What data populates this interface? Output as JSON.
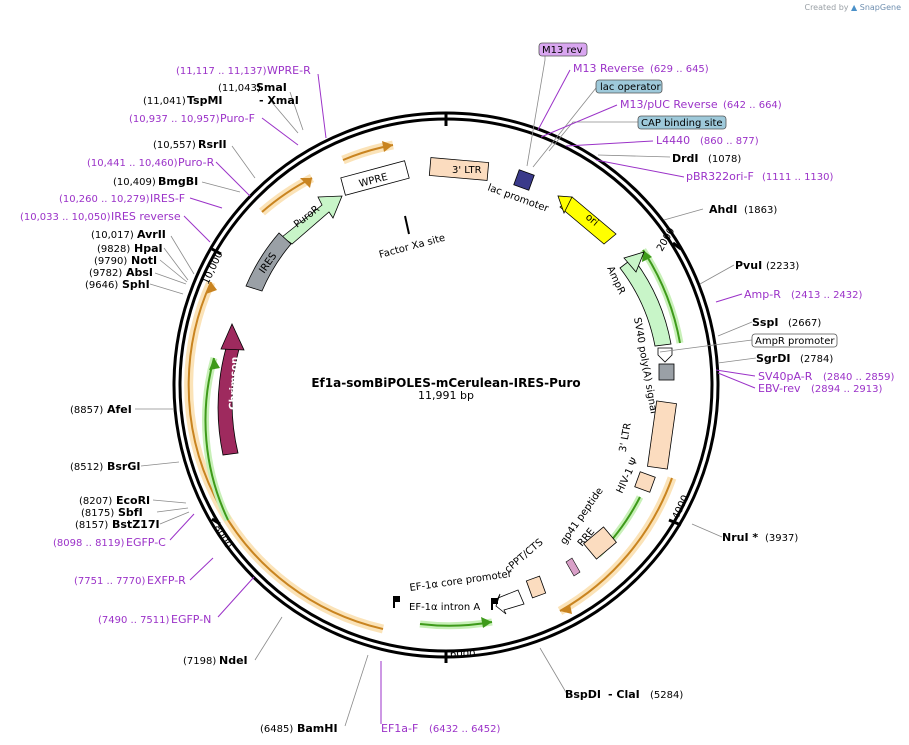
{
  "credit": {
    "prefix": "Created by",
    "brand": "SnapGene"
  },
  "plasmid": {
    "name": "Ef1a-somBiPOLES-mCerulean-IRES-Puro",
    "length": "11,991 bp"
  },
  "ticks": [
    "2000",
    "4000",
    "6000",
    "8000",
    "10,000"
  ],
  "enzymes": {
    "smai": {
      "name": "SmaI",
      "pos": "(11,043)"
    },
    "tspmi": {
      "name": "TspMI",
      "pos": "(11,041)"
    },
    "xmai": {
      "name": "- XmaI"
    },
    "rsrii": {
      "name": "RsrII",
      "pos": "(10,557)"
    },
    "bmgbi": {
      "name": "BmgBI",
      "pos": "(10,409)"
    },
    "avrii": {
      "name": "AvrII",
      "pos": "(10,017)"
    },
    "hpai": {
      "name": "HpaI",
      "pos": "(9828)"
    },
    "noti": {
      "name": "NotI",
      "pos": "(9790)"
    },
    "absi": {
      "name": "AbsI",
      "pos": "(9782)"
    },
    "sphi": {
      "name": "SphI",
      "pos": "(9646)"
    },
    "afei": {
      "name": "AfeI",
      "pos": "(8857)"
    },
    "bsrgi": {
      "name": "BsrGI",
      "pos": "(8512)"
    },
    "ecori": {
      "name": "EcoRI",
      "pos": "(8207)"
    },
    "sbfi": {
      "name": "SbfI",
      "pos": "(8175)"
    },
    "bstz17i": {
      "name": "BstZ17I",
      "pos": "(8157)"
    },
    "ndei": {
      "name": "NdeI",
      "pos": "(7198)"
    },
    "bamhi": {
      "name": "BamHI",
      "pos": "(6485)"
    },
    "bspdi": {
      "name": "BspDI",
      "pos": "(5284)"
    },
    "clai": {
      "name": "- ClaI"
    },
    "drdi": {
      "name": "DrdI",
      "pos": "(1078)"
    },
    "ahdi": {
      "name": "AhdI",
      "pos": "(1863)"
    },
    "pvui": {
      "name": "PvuI",
      "pos": "(2233)"
    },
    "sspi": {
      "name": "SspI",
      "pos": "(2667)"
    },
    "sgrdi": {
      "name": "SgrDI",
      "pos": "(2784)"
    },
    "nrui": {
      "name": "NruI *",
      "pos": "(3937)"
    }
  },
  "primers": {
    "wpre_r": {
      "name": "WPRE-R",
      "pos": "(11,117 .. 11,137)"
    },
    "puro_f": {
      "name": "Puro-F",
      "pos": "(10,937 .. 10,957)"
    },
    "puro_r": {
      "name": "Puro-R",
      "pos": "(10,441 .. 10,460)"
    },
    "ires_f": {
      "name": "IRES-F",
      "pos": "(10,260 .. 10,279)"
    },
    "ires_rev": {
      "name": "IRES reverse",
      "pos": "(10,033 .. 10,050)"
    },
    "egfp_c": {
      "name": "EGFP-C",
      "pos": "(8098 .. 8119)"
    },
    "exfp_r": {
      "name": "EXFP-R",
      "pos": "(7751 .. 7770)"
    },
    "egfp_n": {
      "name": "EGFP-N",
      "pos": "(7490 .. 7511)"
    },
    "ef1a_f": {
      "name": "EF1a-F",
      "pos": "(6432 .. 6452)"
    },
    "m13_reverse": {
      "name": "M13 Reverse",
      "pos": "(629 .. 645)"
    },
    "m13_puc_reverse": {
      "name": "M13/pUC Reverse",
      "pos": "(642 .. 664)"
    },
    "l4440": {
      "name": "L4440",
      "pos": "(860 .. 877)"
    },
    "pbr322ori_f": {
      "name": "pBR322ori-F",
      "pos": "(1111 .. 1130)"
    },
    "amp_r": {
      "name": "Amp-R",
      "pos": "(2413 .. 2432)"
    },
    "sv40pa_r": {
      "name": "SV40pA-R",
      "pos": "(2840 .. 2859)"
    },
    "ebv_rev": {
      "name": "EBV-rev",
      "pos": "(2894 .. 2913)"
    }
  },
  "boxes": {
    "m13_rev": {
      "name": "M13 rev",
      "color": "#d9a6f0"
    },
    "lac_operator": {
      "name": "lac operator",
      "color": "#9ec9da"
    },
    "cap_site": {
      "name": "CAP binding site",
      "color": "#9ec9da"
    },
    "ampr_promoter": {
      "name": "AmpR promoter",
      "color": "#ffffff"
    }
  },
  "features": {
    "ltr3_top": "3' LTR",
    "wpre": "WPRE",
    "puror": "PuroR",
    "ires": "IRES",
    "lac_promoter": "lac promoter",
    "factor_xa": "Factor Xa site",
    "ori": "ori",
    "ampr": "AmpR",
    "sv40": "SV40 poly(A) signal",
    "ltr3_right": "3' LTR",
    "hiv1": "HIV-1 Ψ",
    "gp41": "gp41 peptide",
    "rre": "RRE",
    "cppt": "cPPT/CTS",
    "ef1a_core": "EF-1α core promoter",
    "ef1a_intron": "EF-1α intron A",
    "chrimson": "Chrimson"
  },
  "colors": {
    "primer": "#9b32c8",
    "ori": "#ffff00",
    "green_feature": "#c8f5c8",
    "ltr": "#fbdcbf",
    "chrimson": "#9e2a5e",
    "orf_orange": "#f0c068",
    "orf_green": "#3e9a1a",
    "ires_gray": "#9aa0a6"
  }
}
